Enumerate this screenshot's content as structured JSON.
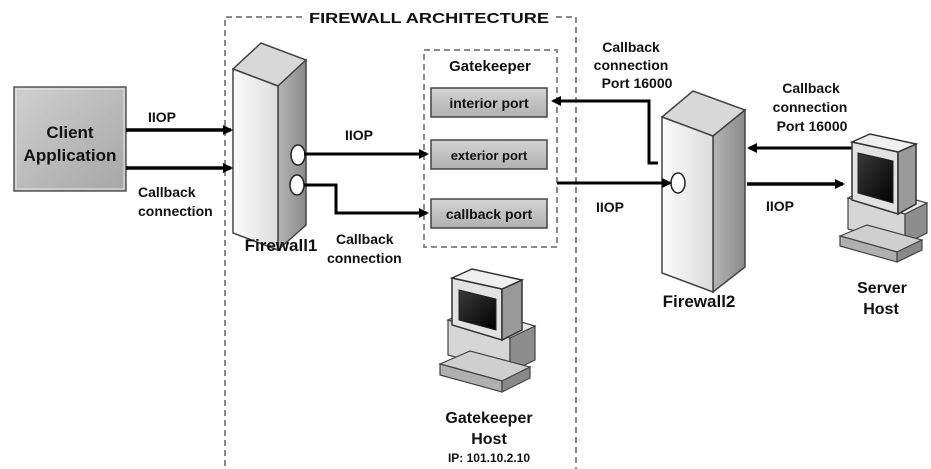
{
  "diagram": {
    "title": "FIREWALL ARCHITECTURE",
    "client": {
      "line1": "Client",
      "line2": "Application"
    },
    "links": {
      "client_iiop": "IIOP",
      "client_callback_1": "Callback",
      "client_callback_2": "connection",
      "fw1_gate_iiop": "IIOP",
      "fw1_gate_callback_1": "Callback",
      "fw1_gate_callback_2": "connection",
      "gate_fw2_iiop": "IIOP",
      "fw2_server_iiop": "IIOP",
      "fw2_callback_1": "Callback",
      "fw2_callback_2": "connection",
      "fw2_callback_3": "Port 16000",
      "server_callback_1": "Callback",
      "server_callback_2": "connection",
      "server_callback_3": "Port 16000"
    },
    "firewall1": {
      "label": "Firewall1"
    },
    "firewall2": {
      "label": "Firewall2"
    },
    "gatekeeper": {
      "title": "Gatekeeper",
      "ports": [
        "interior port",
        "exterior port",
        "callback port"
      ]
    },
    "gatekeeper_host": {
      "line1": "Gatekeeper",
      "line2": "Host",
      "ip": "IP: 101.10.2.10"
    },
    "server_host": {
      "line1": "Server",
      "line2": "Host"
    },
    "colors": {
      "box_fill": "#b9b9b9",
      "port_fill": "#c2c2c2",
      "firewall_front": "#efefef",
      "firewall_side": "#9d9d9d",
      "dashed_border": "#8a8a8a",
      "line": "#000000"
    }
  }
}
